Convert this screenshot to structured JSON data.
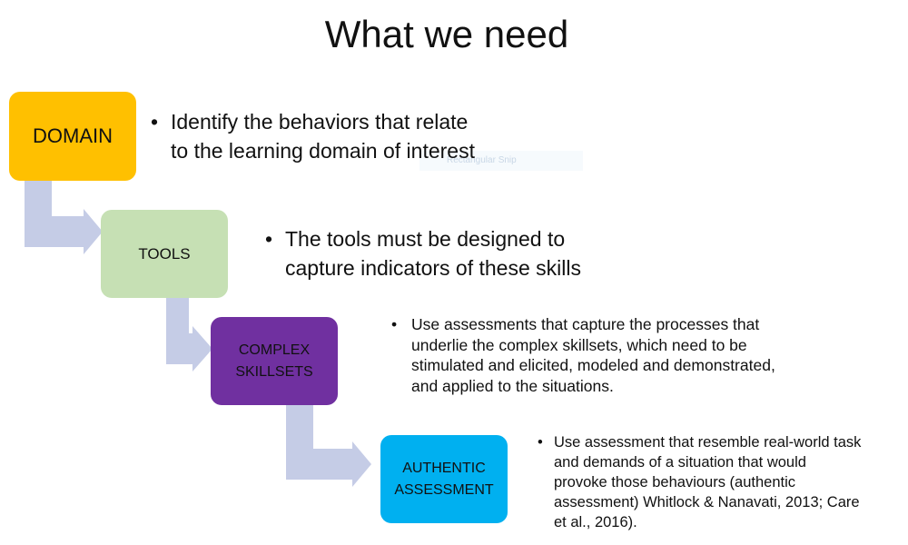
{
  "title": "What we need",
  "colors": {
    "domain": "#FFC000",
    "tools": "#C6E0B4",
    "complex": "#7030A0",
    "authentic": "#00B0F0",
    "arrow": "#C5CCE6"
  },
  "steps": [
    {
      "label_lines": [
        "DOMAIN"
      ],
      "bullet": "Identify the behaviors that relate to the learning domain of interest",
      "bullet_lines": [
        "Identify the behaviors that relate",
        "to the learning domain of interest"
      ]
    },
    {
      "label_lines": [
        "TOOLS"
      ],
      "bullet": "The tools must be designed to capture indicators of these skills",
      "bullet_lines": [
        "The tools must be designed to",
        "capture indicators of these skills"
      ]
    },
    {
      "label_lines": [
        "COMPLEX",
        "SKILLSETS"
      ],
      "bullet": "Use assessments that capture the processes that underlie the complex skillsets, which need to be stimulated and elicited, modeled and demonstrated, and applied to the situations.",
      "bullet_lines": [
        "Use assessments that capture the processes that",
        "underlie the complex skillsets, which need to be",
        "stimulated and elicited, modeled and demonstrated,",
        "and applied to the situations."
      ]
    },
    {
      "label_lines": [
        "AUTHENTIC",
        "ASSESSMENT"
      ],
      "bullet": "Use assessment that resemble real-world task and demands of a situation that would provoke those behaviours (authentic assessment) Whitlock & Nanavati, 2013; Care et al., 2016).",
      "bullet_lines": [
        "Use assessment that resemble real-world task",
        "and demands of a situation that would",
        "provoke those behaviours (authentic",
        "assessment) Whitlock & Nanavati, 2013; Care",
        "et al., 2016)."
      ]
    }
  ],
  "ghost_label": "Rectangular Snip"
}
